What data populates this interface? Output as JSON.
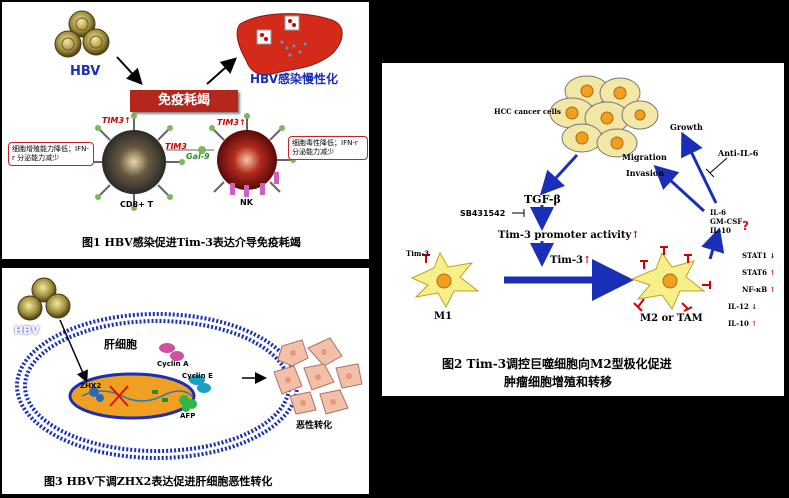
{
  "figure1": {
    "hbv_label": "HBV",
    "liver_label": "HBV感染慢性化",
    "exhaustion_label": "免疫耗竭",
    "tim3_label": "TIM3",
    "tim3_mid_label": "TIM3",
    "gal9_label": "Gal-9",
    "tim3_nk_label": "TIM3",
    "up_arrow": "↑",
    "left_note": "细胞增殖能力降低；IFN-r 分泌能力减少",
    "right_note": "细胞毒性降低；IFN-r 分泌能力减少",
    "cd8_label": "CD8+ T",
    "nk_label": "NK",
    "caption": "图1  HBV感染促进Tim-3表达介导免疫耗竭"
  },
  "figure2": {
    "hcc_label": "HCC cancer cells",
    "growth_label": "Growth",
    "anti_il6_label": "Anti-IL-6",
    "migration_label": "Migration",
    "invasion_label": "Invasion",
    "tgf_label": "TGF-β",
    "sb_label": "SB431542",
    "promoter_label": "Tim-3 promoter activity",
    "tim3_up_label": "Tim-3",
    "tim3_m1_label": "Tim-3",
    "m1_label": "M1",
    "m2_label": "M2 or TAM",
    "cytokines": [
      "IL-6",
      "GM-CSF",
      "IL-10"
    ],
    "question": "?",
    "markers": [
      {
        "name": "STAT1",
        "dir": "↓"
      },
      {
        "name": "STAT6",
        "dir": "↑"
      },
      {
        "name": "NF-κB",
        "dir": "↑"
      },
      {
        "name": "IL-12",
        "dir": "↓"
      },
      {
        "name": "IL-10",
        "dir": "↑"
      }
    ],
    "up_arrow": "↑",
    "caption_line1": "图2  Tim-3调控巨噬细胞向M2型极化促进",
    "caption_line2": "肿瘤细胞增殖和转移"
  },
  "figure3": {
    "hbv_label": "HBV",
    "liver_cell_label": "肝细胞",
    "zhx2_label": "ZHX2",
    "cyclin_a_label": "Cyclin A",
    "cyclin_e_label": "Cyclin E",
    "afp_label": "AFP",
    "malignant_label": "恶性转化",
    "caption": "图3  HBV下调ZHX2表达促进肝细胞恶性转化"
  },
  "colors": {
    "exhaustion_bar": "#b5271d",
    "arrow_blue": "#1a2fb8",
    "cell_yellow": "#f3e7a6",
    "nucleus_orange": "#f0a020",
    "macrophage_yellow": "#f7f08a",
    "liver_red": "#d42a1a"
  }
}
